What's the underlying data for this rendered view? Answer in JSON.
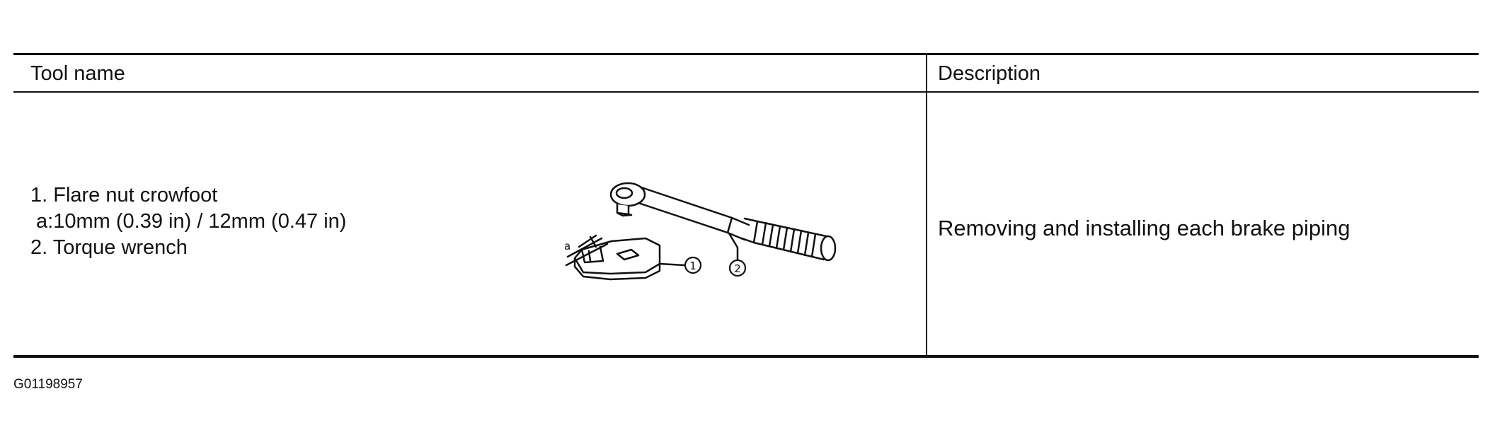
{
  "table": {
    "headers": {
      "tool_name": "Tool name",
      "description": "Description"
    },
    "row": {
      "tool_lines": [
        "1. Flare nut crowfoot",
        " a:10mm (0.39 in) / 12mm (0.47 in)",
        "2. Torque wrench"
      ],
      "description": "Removing and installing each brake piping"
    }
  },
  "illustration": {
    "dimension_label": "a",
    "callout_1": "1",
    "callout_2": "2"
  },
  "figure_code": "G01198957"
}
